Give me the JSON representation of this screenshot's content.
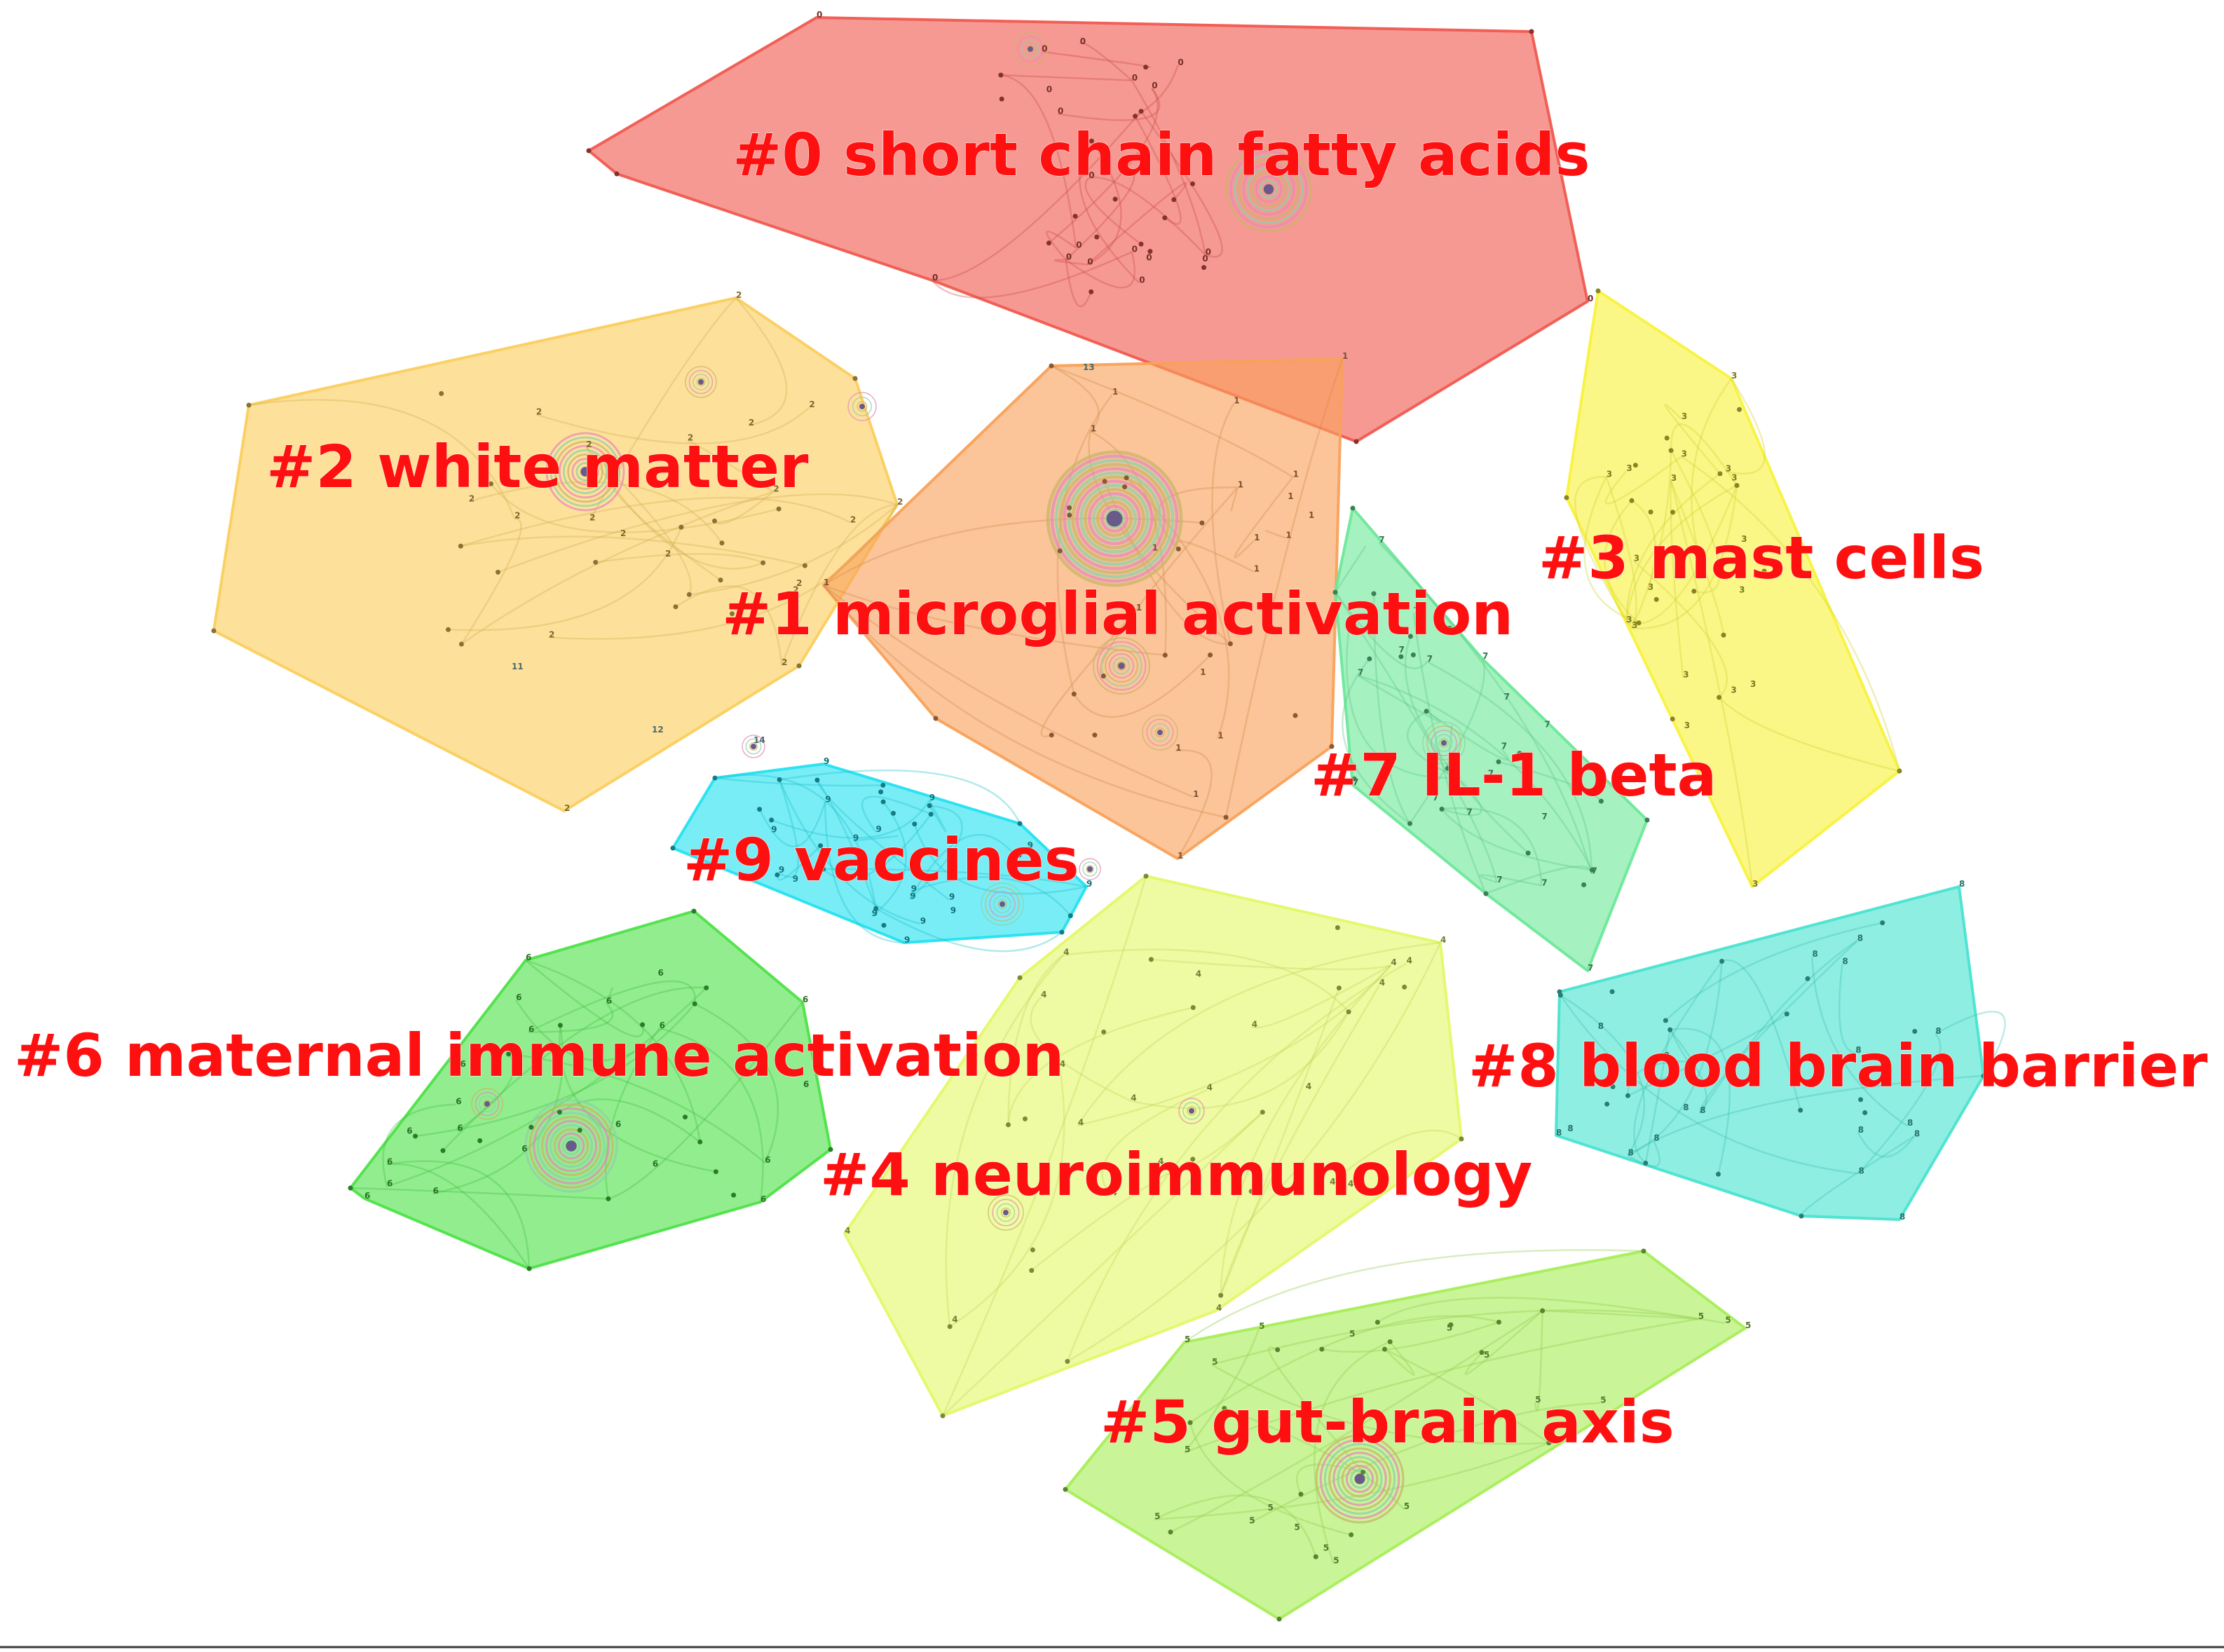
{
  "clusters": [
    {
      "id": 0,
      "label": "#0 short chain fatty acids",
      "node_num": "0",
      "color": "#f05a50"
    },
    {
      "id": 1,
      "label": "#1 microglial activation",
      "node_num": "1",
      "color": "#f9a15a"
    },
    {
      "id": 2,
      "label": "#2 white matter",
      "node_num": "2",
      "color": "#fbcf5e"
    },
    {
      "id": 3,
      "label": "#3 mast cells",
      "node_num": "3",
      "color": "#f8f23e"
    },
    {
      "id": 4,
      "label": "#4 neuroimmunology",
      "node_num": "4",
      "color": "#e4f86a"
    },
    {
      "id": 5,
      "label": "#5 gut-brain axis",
      "node_num": "5",
      "color": "#a8ee58"
    },
    {
      "id": 6,
      "label": "#6 maternal immune activation",
      "node_num": "6",
      "color": "#4fe24a"
    },
    {
      "id": 7,
      "label": "#7 IL-1 beta",
      "node_num": "7",
      "color": "#6de89a"
    },
    {
      "id": 8,
      "label": "#8 blood brain barrier",
      "node_num": "8",
      "color": "#4ae3d0"
    },
    {
      "id": 9,
      "label": "#9 vaccines",
      "node_num": "9",
      "color": "#26e2f0"
    }
  ],
  "cross_cluster_node_labels": [
    "11",
    "12",
    "13",
    "14"
  ]
}
